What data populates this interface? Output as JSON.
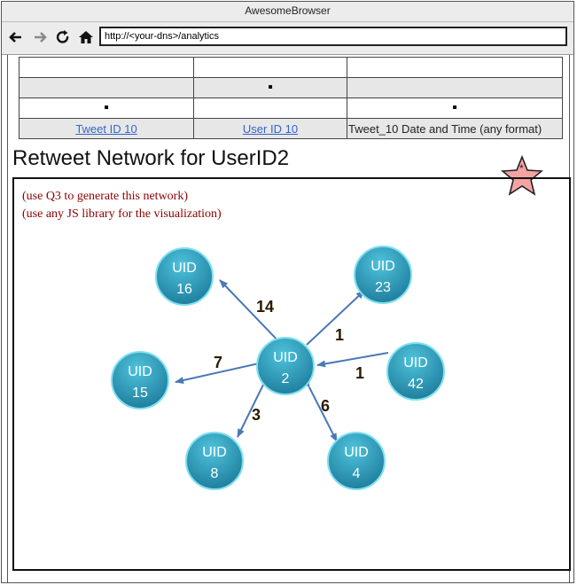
{
  "browser": {
    "title": "AwesomeBrowser",
    "url": "http://<your-dns>/analytics",
    "icons": [
      "back-arrow-icon",
      "forward-arrow-icon",
      "reload-icon",
      "home-icon"
    ]
  },
  "table": {
    "rows": [
      {
        "c1": "",
        "c2": "",
        "c3": ""
      },
      {
        "c1": "",
        "c2": "▪",
        "c3": ""
      },
      {
        "c1": "▪",
        "c2": "",
        "c3": "▪"
      },
      {
        "c1": "Tweet ID 10",
        "c2": "User ID 10",
        "c3": "Tweet_10 Date and Time (any format)"
      }
    ]
  },
  "section": {
    "title": "Retweet Network for UserID2",
    "note1": "(use Q3 to generate this network)",
    "note2": "(use any JS library for the visualization)",
    "star_icon": "star-icon"
  },
  "graph": {
    "nodes": [
      {
        "id": "uid16",
        "line1": "UID",
        "line2": "16"
      },
      {
        "id": "uid23",
        "line1": "UID",
        "line2": "23"
      },
      {
        "id": "uid2",
        "line1": "UID",
        "line2": "2"
      },
      {
        "id": "uid42",
        "line1": "UID",
        "line2": "42"
      },
      {
        "id": "uid15",
        "line1": "UID",
        "line2": "15"
      },
      {
        "id": "uid8",
        "line1": "UID",
        "line2": "8"
      },
      {
        "id": "uid4",
        "line1": "UID",
        "line2": "4"
      }
    ],
    "edges": [
      {
        "from": "uid2",
        "to": "uid16",
        "label": "14"
      },
      {
        "from": "uid2",
        "to": "uid23",
        "label": "1"
      },
      {
        "from": "uid2",
        "to": "uid15",
        "label": "7"
      },
      {
        "from": "uid42",
        "to": "uid2",
        "label": "1"
      },
      {
        "from": "uid2",
        "to": "uid8",
        "label": "3"
      },
      {
        "from": "uid2",
        "to": "uid4",
        "label": "6"
      }
    ],
    "node_color": "#29a3c2",
    "edge_color": "#4a78b5"
  }
}
